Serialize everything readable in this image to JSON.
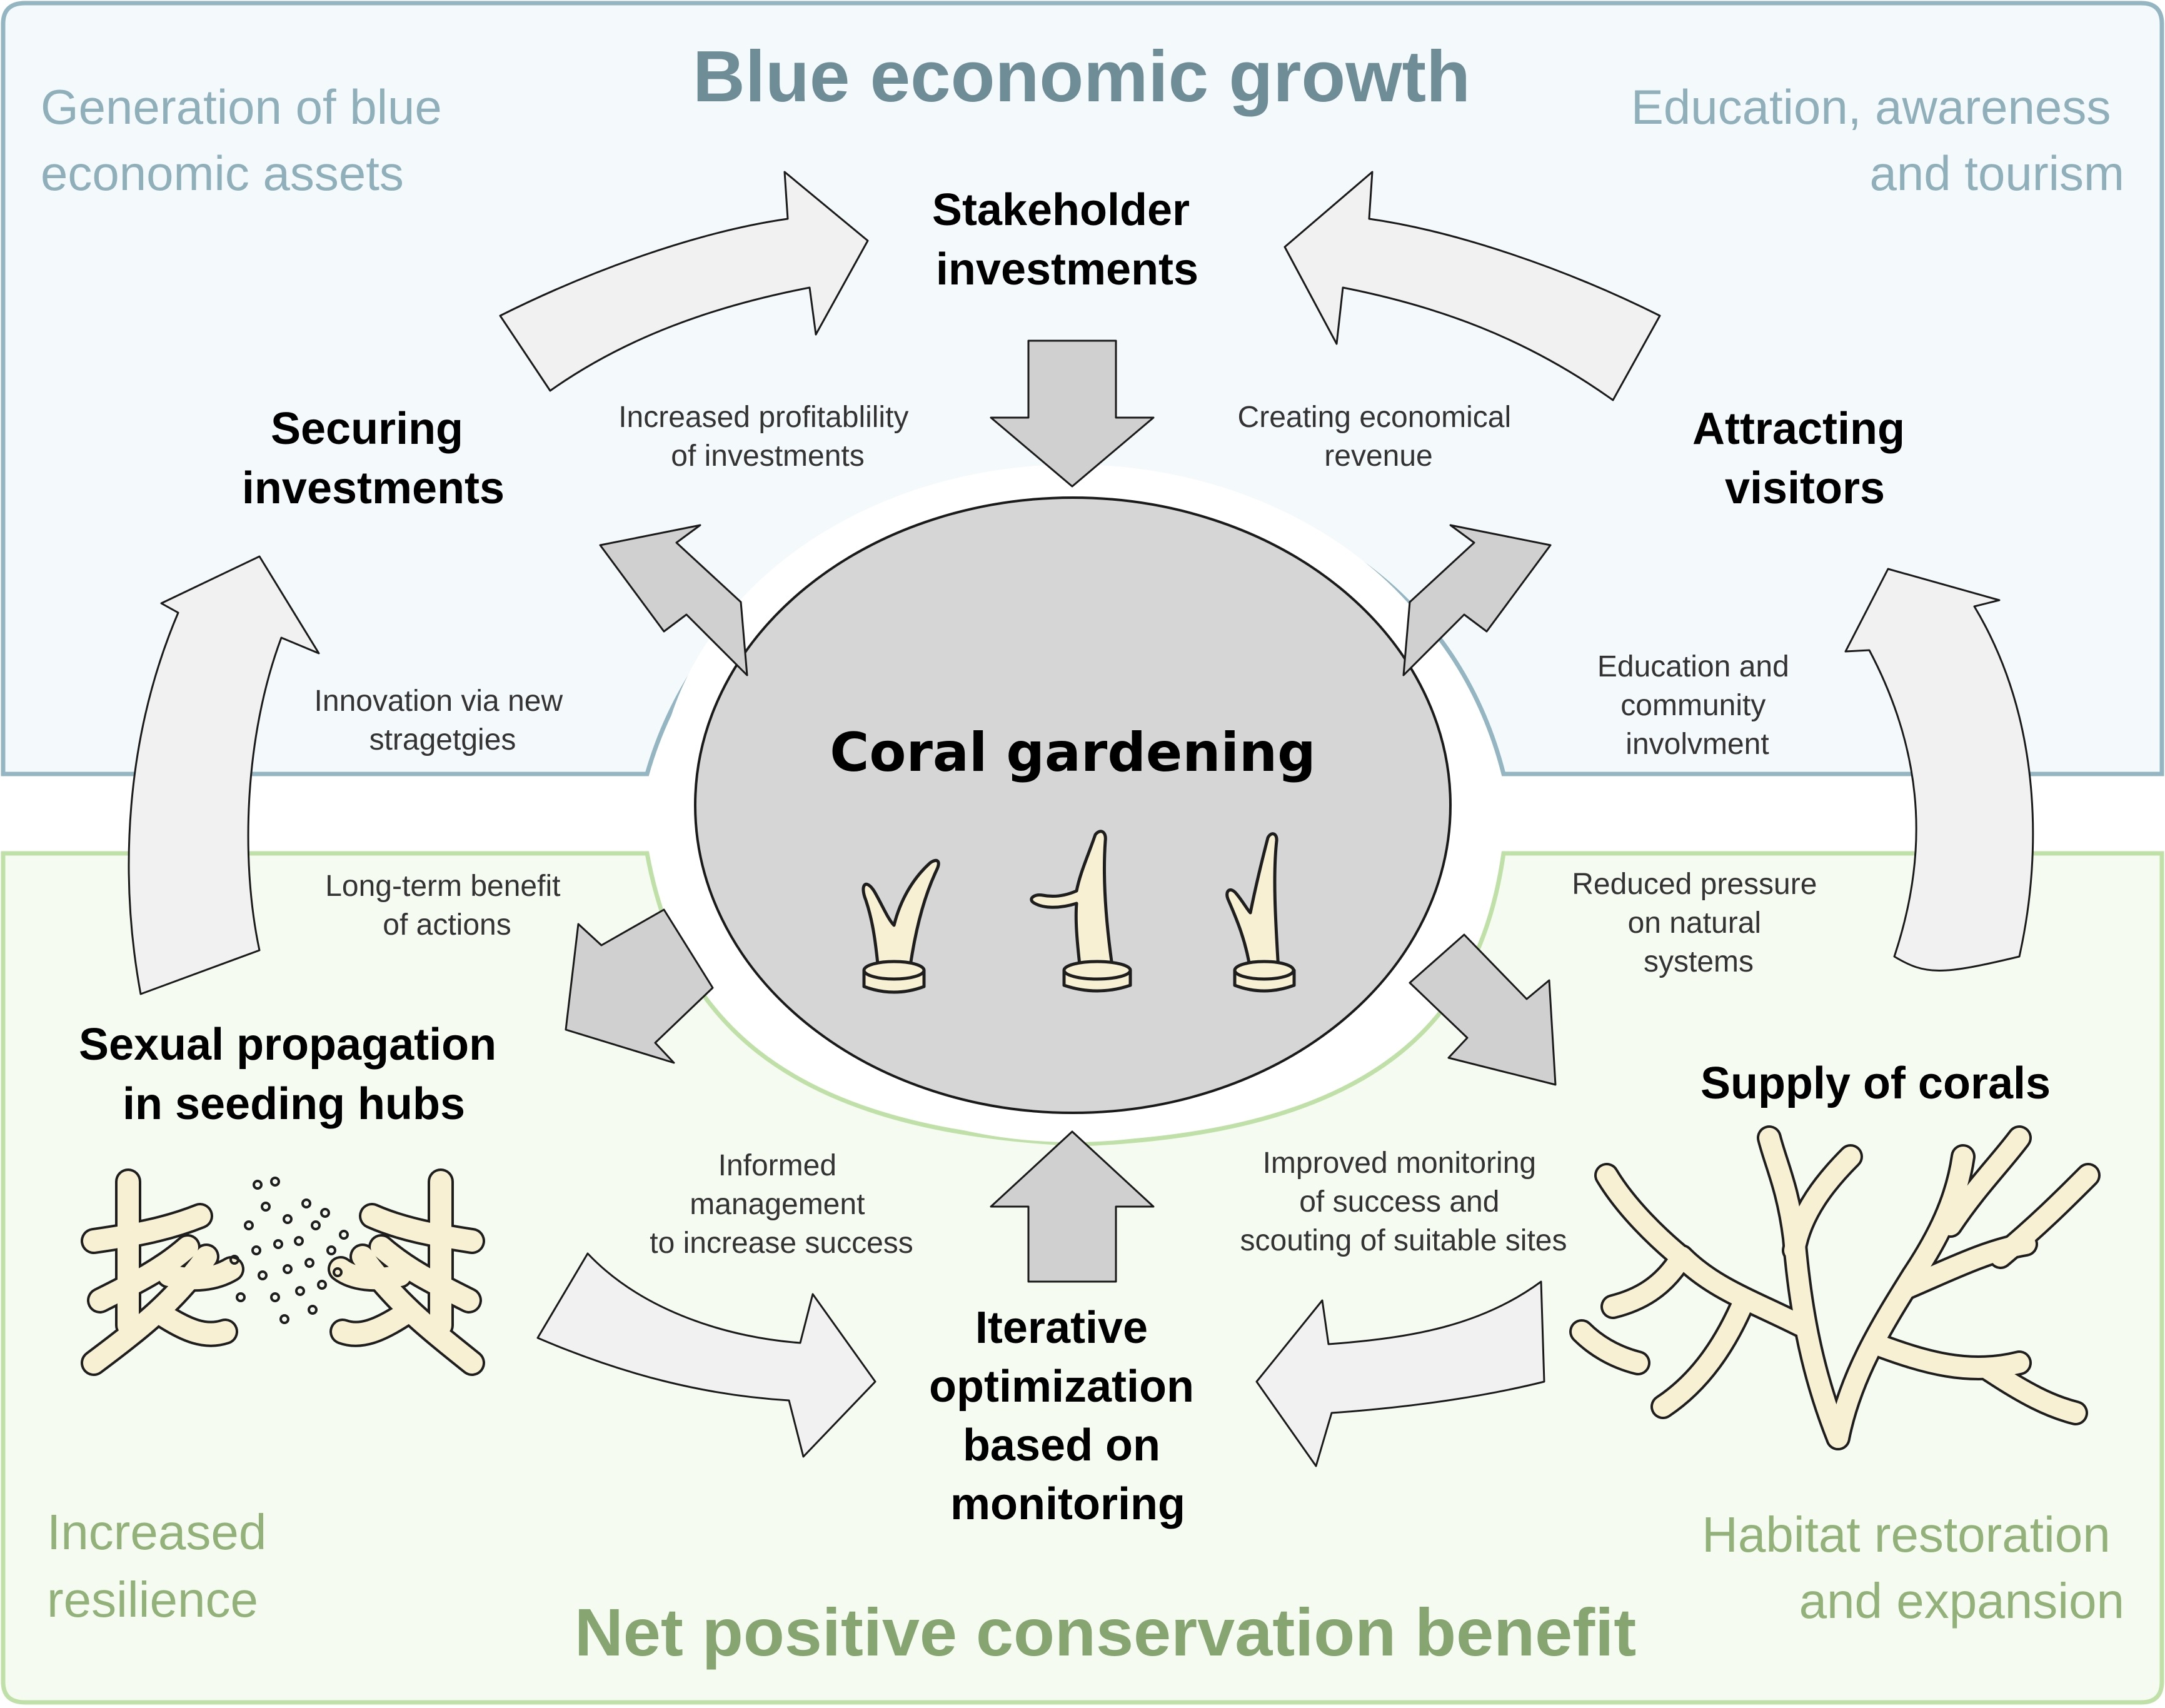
{
  "colors": {
    "blue_panel_border": "#93b6c2",
    "blue_panel_fill": "#f4f9fb",
    "blue_heading": "#6f8d97",
    "blue_corner_text": "#8fb0ba",
    "green_panel_border": "#bfe0a7",
    "green_panel_fill": "#f6fbf2",
    "green_heading": "#86a570",
    "green_corner_text": "#93b27a",
    "ellipse_fill": "#d6d6d6",
    "coral_fill": "#f7f0d3"
  },
  "blue_panel": {
    "title": "Blue economic growth",
    "left_corner": [
      "Generation of blue",
      "economic assets"
    ],
    "right_corner": [
      "Education, awareness",
      "and tourism"
    ]
  },
  "green_panel": {
    "title": "Net positive conservation benefit",
    "left_corner": [
      "Increased",
      "resilience"
    ],
    "right_corner": [
      "Habitat restoration",
      "and expansion"
    ]
  },
  "center": {
    "title": "Coral gardening",
    "icon": "coral-fragments-on-plugs"
  },
  "nodes": {
    "stakeholder": [
      "Stakeholder",
      "investments"
    ],
    "securing": [
      "Securing",
      "investments"
    ],
    "attracting": [
      "Attracting",
      "visitors"
    ],
    "sexual": [
      "Sexual propagation",
      "in seeding hubs"
    ],
    "supply": [
      "Supply of corals"
    ],
    "iterative": [
      "Iterative",
      "optimization",
      "based on",
      "monitoring"
    ]
  },
  "labels": {
    "profitability": [
      "Increased profitablility",
      "of investments"
    ],
    "revenue": [
      "Creating economical",
      "revenue"
    ],
    "innovation": [
      "Innovation via new",
      "stragetgies"
    ],
    "education": [
      "Education and",
      "community",
      "involvment"
    ],
    "longterm": [
      "Long-term benefit",
      "of actions"
    ],
    "pressure": [
      "Reduced pressure",
      "on natural",
      "systems"
    ],
    "informed": [
      "Informed",
      "management",
      "to increase success"
    ],
    "improved": [
      "Improved monitoring",
      "of success and",
      "scouting of suitable sites"
    ]
  },
  "illustrations": {
    "seeding": "coral-spawning-icon",
    "branching": "branching-coral-icon"
  }
}
